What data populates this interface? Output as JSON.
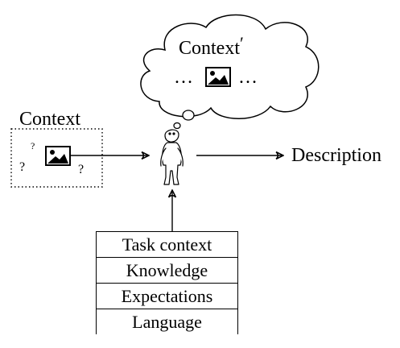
{
  "cloud": {
    "label_main": "Context",
    "label_prime": "′",
    "dots_left": "…",
    "dots_right": "…",
    "icon": "image-icon"
  },
  "context_box": {
    "label": "Context",
    "question_marks": [
      "?",
      "?",
      "?"
    ],
    "icon": "image-icon"
  },
  "person_icon": "person-icon",
  "output_label": "Description",
  "factors": [
    "Task context",
    "Knowledge",
    "Expectations",
    "Language"
  ]
}
